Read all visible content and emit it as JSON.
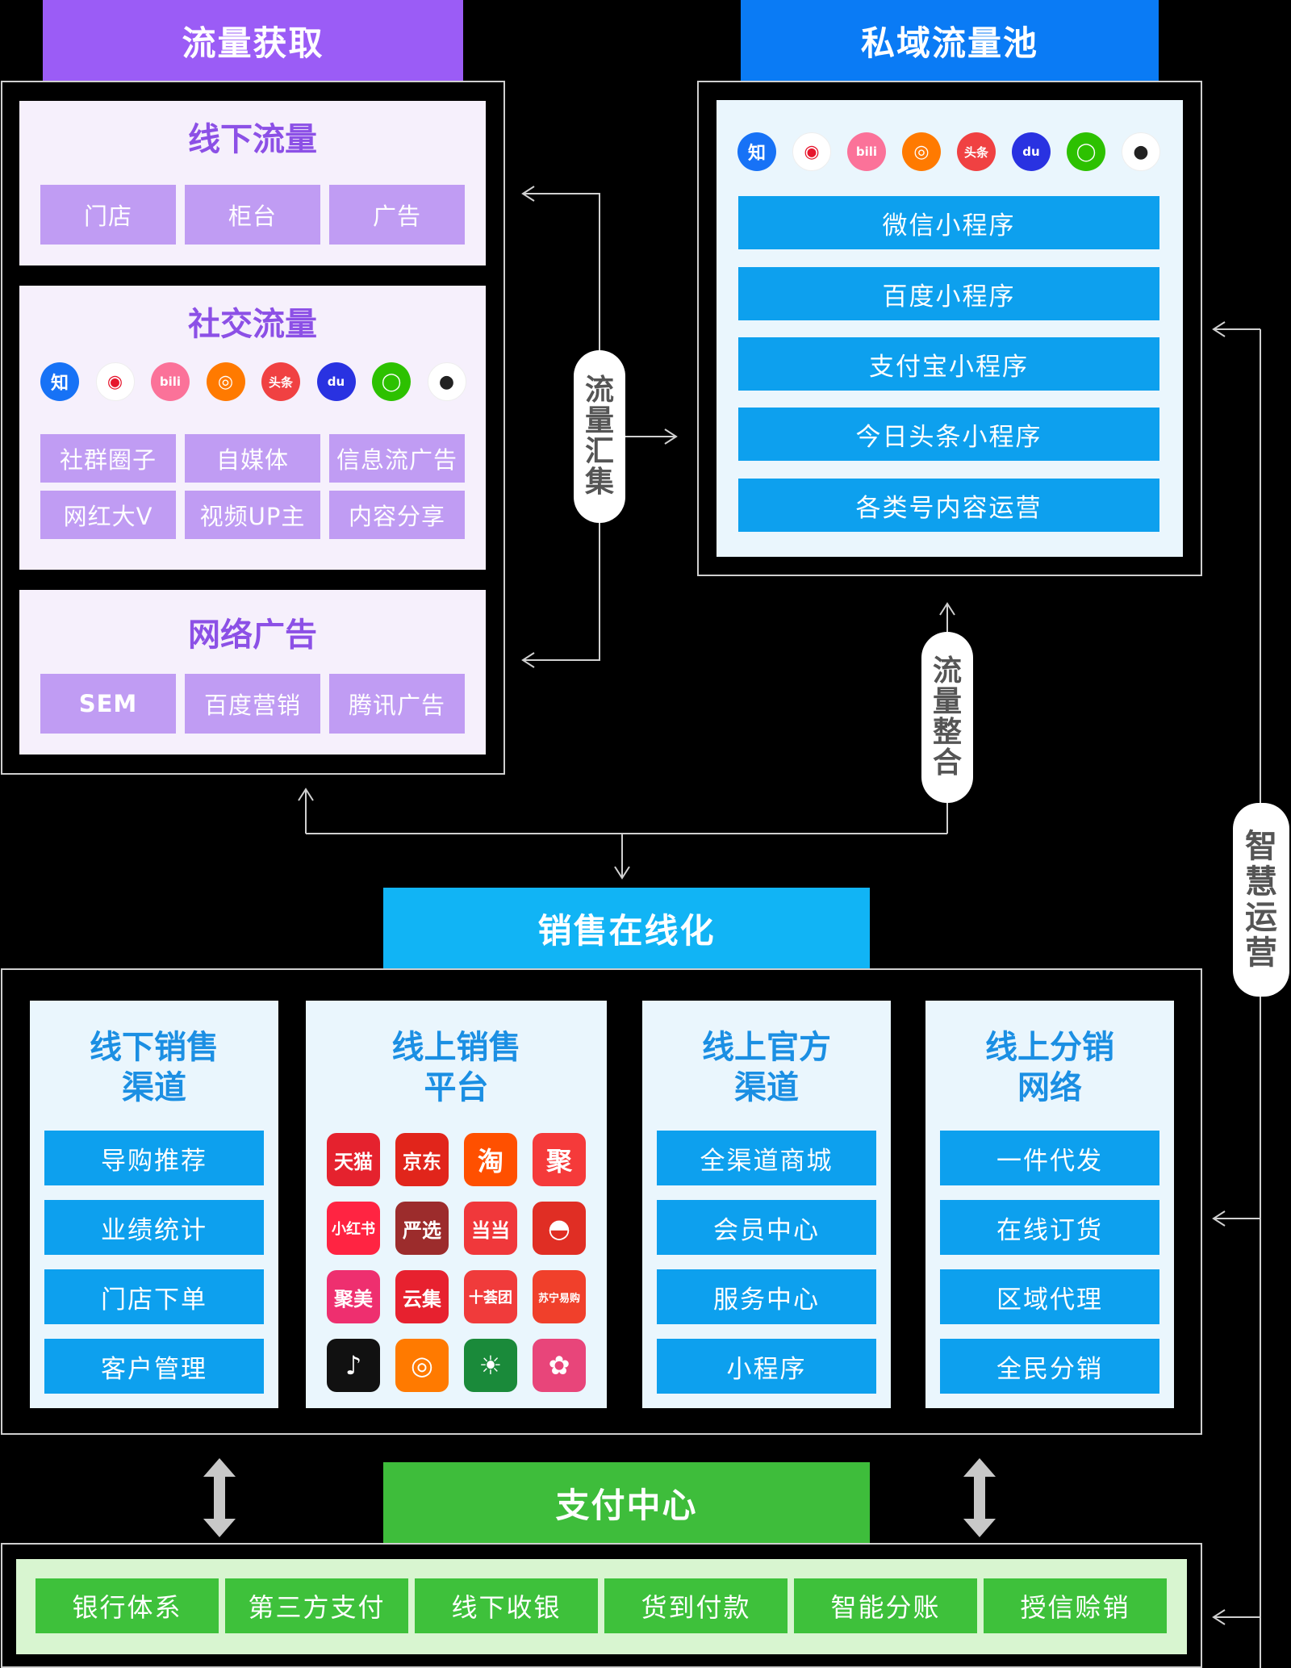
{
  "acquisition": {
    "header": "流量获取",
    "offline": {
      "title": "线下流量",
      "items": [
        "门店",
        "柜台",
        "广告"
      ]
    },
    "social": {
      "title": "社交流量",
      "items": [
        "社群圈子",
        "自媒体",
        "信息流广告",
        "网红大V",
        "视频UP主",
        "内容分享"
      ]
    },
    "ads": {
      "title": "网络广告",
      "items": [
        "SEM",
        "百度营销",
        "腾讯广告"
      ]
    }
  },
  "private_pool": {
    "header": "私域流量池",
    "items": [
      "微信小程序",
      "百度小程序",
      "支付宝小程序",
      "今日头条小程序",
      "各类号内容运营"
    ]
  },
  "platform_icons": [
    {
      "name": "zhihu-icon",
      "label": "知",
      "color": "#1772f6"
    },
    {
      "name": "weibo-icon",
      "label": "◉",
      "color": "#e6162d"
    },
    {
      "name": "bilibili-icon",
      "label": "bili",
      "color": "#fb7299"
    },
    {
      "name": "kuaishou-icon",
      "label": "◎",
      "color": "#ff7a00"
    },
    {
      "name": "toutiao-icon",
      "label": "头条",
      "color": "#f04142"
    },
    {
      "name": "baidu-icon",
      "label": "du",
      "color": "#2932e1"
    },
    {
      "name": "wechat-icon",
      "label": "◯",
      "color": "#2dc100"
    },
    {
      "name": "qq-icon",
      "label": "●",
      "color": "#222222"
    }
  ],
  "pills": {
    "collect": [
      "流",
      "量",
      "汇",
      "集"
    ],
    "integrate": [
      "流",
      "量",
      "整",
      "合"
    ],
    "operate": [
      "智",
      "慧",
      "运",
      "营"
    ]
  },
  "sales": {
    "header": "销售在线化",
    "offline": {
      "title_line1": "线下销售",
      "title_line2": "渠道",
      "items": [
        "导购推荐",
        "业绩统计",
        "门店下单",
        "客户管理"
      ]
    },
    "online_platforms": {
      "title_line1": "线上销售",
      "title_line2": "平台",
      "apps": [
        {
          "name": "tmall-app-icon",
          "label": "天猫",
          "color": "#e5222e"
        },
        {
          "name": "jd-app-icon",
          "label": "京东",
          "color": "#e1251b"
        },
        {
          "name": "taobao-app-icon",
          "label": "淘",
          "color": "#ff5000"
        },
        {
          "name": "juhuasuan-app-icon",
          "label": "聚",
          "color": "#f53a3a"
        },
        {
          "name": "xiaohongshu-app-icon",
          "label": "小红书",
          "color": "#ff2442"
        },
        {
          "name": "yanxuan-app-icon",
          "label": "严选",
          "color": "#9c2c2c"
        },
        {
          "name": "dangdang-app-icon",
          "label": "当当",
          "color": "#f0383b"
        },
        {
          "name": "pinduoduo-app-icon",
          "label": "◓",
          "color": "#e02e24"
        },
        {
          "name": "jumei-app-icon",
          "label": "聚美",
          "color": "#ee2f6f"
        },
        {
          "name": "yunji-app-icon",
          "label": "云集",
          "color": "#e7212f"
        },
        {
          "name": "shiyituan-app-icon",
          "label": "十荟团",
          "color": "#f03b3b"
        },
        {
          "name": "suning-app-icon",
          "label": "苏宁易购",
          "color": "#f0402b"
        },
        {
          "name": "douyin-app-icon",
          "label": "♪",
          "color": "#111111"
        },
        {
          "name": "kuaishou-app-icon",
          "label": "◎",
          "color": "#ff7a00"
        },
        {
          "name": "xingsheng-app-icon",
          "label": "☀",
          "color": "#1a8a3a"
        },
        {
          "name": "vipshop-app-icon",
          "label": "✿",
          "color": "#e8457a"
        }
      ]
    },
    "official": {
      "title_line1": "线上官方",
      "title_line2": "渠道",
      "items": [
        "全渠道商城",
        "会员中心",
        "服务中心",
        "小程序"
      ]
    },
    "distribution": {
      "title_line1": "线上分销",
      "title_line2": "网络",
      "items": [
        "一件代发",
        "在线订货",
        "区域代理",
        "全民分销"
      ]
    }
  },
  "payment": {
    "header": "支付中心",
    "items": [
      "银行体系",
      "第三方支付",
      "线下收银",
      "货到付款",
      "智能分账",
      "授信赊销"
    ]
  },
  "colors": {
    "acquisition_header": "#9b5cf6",
    "private_header": "#0a7bf5",
    "sales_header": "#11b4f5",
    "payment_header": "#3ebd3b"
  }
}
